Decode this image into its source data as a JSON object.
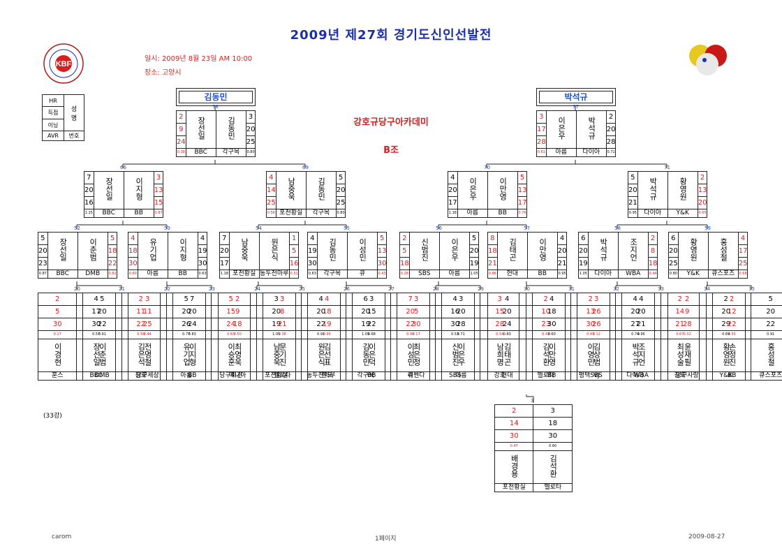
{
  "title": "2009년   제27회 경기도신인선발전",
  "info": {
    "date": "일시: 2009년 8월 23일 AM 10:00",
    "place": "장소: 고양시"
  },
  "logo": {
    "letters": "KBF",
    "ring": "KOREA BILLIARDS FEDERATION"
  },
  "subtitle": {
    "academy": "강호규당구아카데미",
    "group": "B조"
  },
  "legend": {
    "hr": "HR",
    "score": "득점",
    "inning": "이닝",
    "avr": "AVR",
    "name": "성\n명",
    "number": "번호"
  },
  "winners": {
    "left": "김동민",
    "right": "박석규"
  },
  "round_note": "(33강)",
  "footer": {
    "left": "carom",
    "center": "1페이지",
    "right": "2009-08-27"
  },
  "colors": {
    "title": "#1a2fa8",
    "red": "#d42020",
    "blue": "#2050c8"
  },
  "matches": [
    {
      "id": "r5a",
      "num": "78",
      "top": false,
      "a": {
        "name": "장선일",
        "club": "BBC",
        "hr": "2",
        "score": "9",
        "inn": "24",
        "avr": "0.38",
        "red": true
      },
      "b": {
        "name": "김동민",
        "club": "각구목",
        "hr": "3",
        "score": "20",
        "inn": "25",
        "avr": "0.80",
        "red": false
      }
    },
    {
      "id": "r5b",
      "num": "77",
      "top": false,
      "a": {
        "name": "이은우",
        "club": "아름",
        "hr": "3",
        "score": "17",
        "inn": "28",
        "avr": "0.61",
        "red": true
      },
      "b": {
        "name": "박석규",
        "club": "다이아",
        "hr": "2",
        "score": "20",
        "inn": "28",
        "avr": "0.71",
        "red": false
      }
    },
    {
      "id": "r4a",
      "num": "66",
      "top": false,
      "a": {
        "name": "장선일",
        "club": "BBC",
        "hr": "7",
        "score": "20",
        "inn": "16",
        "avr": "1.25",
        "red": false
      },
      "b": {
        "name": "이지형",
        "club": "BB",
        "hr": "3",
        "score": "13",
        "inn": "15",
        "avr": "0.87",
        "red": true
      }
    },
    {
      "id": "r4b",
      "num": "69",
      "top": false,
      "a": {
        "name": "남중욱",
        "club": "포천황실",
        "hr": "4",
        "score": "14",
        "inn": "25",
        "avr": "0.56",
        "red": true
      },
      "b": {
        "name": "김동민",
        "club": "각구목",
        "hr": "5",
        "score": "20",
        "inn": "25",
        "avr": "0.80",
        "red": false
      }
    },
    {
      "id": "r4c",
      "num": "70",
      "top": false,
      "a": {
        "name": "이은우",
        "club": "아름",
        "hr": "4",
        "score": "20",
        "inn": "17",
        "avr": "1.18",
        "red": false
      },
      "b": {
        "name": "이만영",
        "club": "BB",
        "hr": "5",
        "score": "13",
        "inn": "17",
        "avr": "0.76",
        "red": true
      }
    },
    {
      "id": "r4d",
      "num": "71",
      "top": false,
      "a": {
        "name": "박석규",
        "club": "다이아",
        "hr": "5",
        "score": "20",
        "inn": "21",
        "avr": "0.95",
        "red": false
      },
      "b": {
        "name": "황영원",
        "club": "Y&K",
        "hr": "2",
        "score": "13",
        "inn": "20",
        "avr": "0.65",
        "red": true
      }
    },
    {
      "id": "r3a",
      "num": "52",
      "top": false,
      "a": {
        "name": "장선일",
        "club": "BBC",
        "hr": "5",
        "score": "20",
        "inn": "23",
        "avr": "0.87",
        "red": false
      },
      "b": {
        "name": "이춘범",
        "club": "DMB",
        "hr": "5",
        "score": "18",
        "inn": "22",
        "avr": "0.82",
        "red": true
      }
    },
    {
      "id": "r3b",
      "num": "53",
      "top": false,
      "a": {
        "name": "유기업",
        "club": "아름",
        "hr": "4",
        "score": "18",
        "inn": "30",
        "avr": "0.60",
        "red": true
      },
      "b": {
        "name": "이지형",
        "club": "BB",
        "hr": "4",
        "score": "19",
        "inn": "30",
        "avr": "0.63",
        "red": false
      }
    },
    {
      "id": "r3c",
      "num": "54",
      "top": false,
      "a": {
        "name": "남중욱",
        "club": "포천황실",
        "hr": "7",
        "score": "20",
        "inn": "17",
        "avr": "1.18",
        "red": false
      },
      "b": {
        "name": "원은식",
        "club": "동두천마루",
        "hr": "1",
        "score": "5",
        "inn": "16",
        "avr": "0.31",
        "red": true
      }
    },
    {
      "id": "r3d",
      "num": "55",
      "top": false,
      "a": {
        "name": "김동민",
        "club": "각구목",
        "hr": "4",
        "score": "19",
        "inn": "30",
        "avr": "0.63",
        "red": false
      },
      "b": {
        "name": "이성민",
        "club": "큐",
        "hr": "5",
        "score": "13",
        "inn": "30",
        "avr": "0.43",
        "red": true
      }
    },
    {
      "id": "r3e",
      "num": "56",
      "top": false,
      "a": {
        "name": "신범진",
        "club": "SBS",
        "hr": "2",
        "score": "5",
        "inn": "18",
        "avr": "0.28",
        "red": true
      },
      "b": {
        "name": "이은우",
        "club": "아름",
        "hr": "5",
        "score": "20",
        "inn": "19",
        "avr": "1.05",
        "red": false
      }
    },
    {
      "id": "r3f",
      "num": "57",
      "top": false,
      "a": {
        "name": "김태곤",
        "club": "현대",
        "hr": "8",
        "score": "18",
        "inn": "21",
        "avr": "0.86",
        "red": true
      },
      "b": {
        "name": "이만영",
        "club": "BB",
        "hr": "4",
        "score": "20",
        "inn": "21",
        "avr": "0.95",
        "red": false
      }
    },
    {
      "id": "r3g",
      "num": "58",
      "top": false,
      "a": {
        "name": "박석규",
        "club": "다이아",
        "hr": "6",
        "score": "20",
        "inn": "19",
        "avr": "1.05",
        "red": false
      },
      "b": {
        "name": "조지언",
        "club": "WBA",
        "hr": "2",
        "score": "8",
        "inn": "18",
        "avr": "0.44",
        "red": true
      }
    },
    {
      "id": "r3h",
      "num": "59",
      "top": false,
      "a": {
        "name": "황영원",
        "club": "Y&K",
        "hr": "6",
        "score": "20",
        "inn": "25",
        "avr": "0.80",
        "red": false
      },
      "b": {
        "name": "홍성철",
        "club": "큐스포츠",
        "hr": "4",
        "score": "17",
        "inn": "25",
        "avr": "0.68",
        "red": true
      }
    },
    {
      "id": "r2a",
      "num": "20",
      "top": true,
      "a": {
        "name": "이경현",
        "club": "훈스",
        "hr": "2",
        "score": "5",
        "inn": "30",
        "avr": "0.17",
        "red": true
      },
      "b": {
        "name": "장선일",
        "club": "BBC",
        "hr": "4",
        "score": "17",
        "inn": "30",
        "avr": "0.57",
        "red": false
      }
    },
    {
      "id": "r2b",
      "num": "21",
      "top": true,
      "a": {
        "name": "이춘범",
        "club": "DMB",
        "hr": "5",
        "score": "20",
        "inn": "22",
        "avr": "0.91",
        "red": false
      },
      "b": {
        "name": "김은석",
        "club": "강호",
        "hr": "2",
        "score": "11",
        "inn": "22",
        "avr": "0.50",
        "red": true
      }
    },
    {
      "id": "r2c",
      "num": "22",
      "top": true,
      "a": {
        "name": "전명철",
        "club": "당구세상",
        "hr": "3",
        "score": "11",
        "inn": "25",
        "avr": "0.44",
        "red": true
      },
      "b": {
        "name": "유기업",
        "club": "아름",
        "hr": "5",
        "score": "20",
        "inn": "26",
        "avr": "0.77",
        "red": false
      }
    },
    {
      "id": "r2d",
      "num": "23",
      "top": true,
      "a": {
        "name": "이지형",
        "club": "BB",
        "hr": "7",
        "score": "20",
        "inn": "24",
        "avr": "0.83",
        "red": false
      },
      "b": {
        "name": "이승훈",
        "club": "당구회관",
        "hr": "5",
        "score": "15",
        "inn": "24",
        "avr": "0.63",
        "red": true
      }
    },
    {
      "id": "r2e",
      "num": "24",
      "top": true,
      "a": {
        "name": "최영욱",
        "club": "매니아",
        "hr": "2",
        "score": "9",
        "inn": "18",
        "avr": "0.50",
        "red": true
      },
      "b": {
        "name": "남중욱",
        "club": "포천황실",
        "hr": "3",
        "score": "20",
        "inn": "19",
        "avr": "1.05",
        "red": false
      }
    },
    {
      "id": "r2f",
      "num": "25",
      "top": true,
      "a": {
        "name": "문기진",
        "club": "헬로타",
        "hr": "3",
        "score": "8",
        "inn": "21",
        "avr": "0.38",
        "red": true
      },
      "b": {
        "name": "원은식",
        "club": "동두천마루",
        "hr": "4",
        "score": "20",
        "inn": "22",
        "avr": "0.91",
        "red": false
      }
    },
    {
      "id": "r2g",
      "num": "26",
      "top": true,
      "a": {
        "name": "김선표",
        "club": "한도",
        "hr": "4",
        "score": "18",
        "inn": "19",
        "avr": "0.95",
        "red": true
      },
      "b": {
        "name": "김동민",
        "club": "각구목",
        "hr": "6",
        "score": "20",
        "inn": "19",
        "avr": "1.05",
        "red": false
      }
    },
    {
      "id": "r2h",
      "num": "27",
      "top": true,
      "a": {
        "name": "이은덕",
        "club": "BB",
        "hr": "3",
        "score": "15",
        "inn": "22",
        "avr": "0.68",
        "red": false
      },
      "b": {
        "name": "이성민",
        "club": "큐",
        "hr": "7",
        "score": "20",
        "inn": "22",
        "avr": "0.91",
        "red": true
      }
    },
    {
      "id": "r2i",
      "num": "28",
      "top": true,
      "a": {
        "name": "최은정",
        "club": "리벤다",
        "hr": "3",
        "score": "5",
        "inn": "30",
        "avr": "0.17",
        "red": true
      },
      "b": {
        "name": "신범진",
        "club": "SBS",
        "hr": "4",
        "score": "16",
        "inn": "30",
        "avr": "0.53",
        "red": false
      }
    },
    {
      "id": "r2j",
      "num": "29",
      "top": true,
      "a": {
        "name": "이은우",
        "club": "아름",
        "hr": "3",
        "score": "20",
        "inn": "28",
        "avr": "0.71",
        "red": false
      },
      "b": {
        "name": "남희명",
        "club": "강호",
        "hr": "3",
        "score": "15",
        "inn": "28",
        "avr": "0.54",
        "red": true
      }
    },
    {
      "id": "r2k",
      "num": "30",
      "top": true,
      "a": {
        "name": "김태곤",
        "club": "현대",
        "hr": "4",
        "score": "20",
        "inn": "24",
        "avr": "0.83",
        "red": false
      },
      "b": {
        "name": "김석환",
        "club": "헬로타",
        "hr": "2",
        "score": "10",
        "inn": "23",
        "avr": "0.43",
        "red": true
      }
    },
    {
      "id": "r2l",
      "num": "31",
      "top": true,
      "a": {
        "name": "이만영",
        "club": "BB",
        "hr": "4",
        "score": "18",
        "inn": "30",
        "avr": "0.60",
        "red": false
      },
      "b": {
        "name": "이영민",
        "club": "평택SBS",
        "hr": "2",
        "score": "13",
        "inn": "30",
        "avr": "0.43",
        "red": true
      }
    },
    {
      "id": "r2m",
      "num": "32",
      "top": true,
      "a": {
        "name": "김상범",
        "club": "VJ",
        "hr": "3",
        "score": "26",
        "inn": "26",
        "avr": "0.12",
        "red": true
      },
      "b": {
        "name": "박석규",
        "club": "다이아",
        "hr": "4",
        "score": "20",
        "inn": "27",
        "avr": "0.74",
        "red": false
      }
    },
    {
      "id": "r2n",
      "num": "33",
      "top": true,
      "a": {
        "name": "조지언",
        "club": "WBA",
        "hr": "4",
        "score": "20",
        "inn": "21",
        "avr": "0.95",
        "red": false
      },
      "b": {
        "name": "최성술",
        "club": "강호",
        "hr": "2",
        "score": "14",
        "inn": "21",
        "avr": "0.67",
        "red": true
      }
    },
    {
      "id": "r2o",
      "num": "34",
      "top": true,
      "a": {
        "name": "윤재필",
        "club": "당구사랑",
        "hr": "2",
        "score": "9",
        "inn": "28",
        "avr": "0.32",
        "red": true
      },
      "b": {
        "name": "황영원",
        "club": "Y&K",
        "hr": "2",
        "score": "20",
        "inn": "29",
        "avr": "0.69",
        "red": false
      }
    },
    {
      "id": "r2p",
      "num": "35",
      "top": true,
      "a": {
        "name": "손정진",
        "club": "BB",
        "hr": "2",
        "score": "12",
        "inn": "22",
        "avr": "0.55",
        "red": true
      },
      "b": {
        "name": "홍성철",
        "club": "큐스포츠",
        "hr": "5",
        "score": "20",
        "inn": "22",
        "avr": "0.91",
        "red": false
      }
    },
    {
      "id": "r1a",
      "num": "3",
      "top": true,
      "a": {
        "name": "배경용",
        "club": "포천황실",
        "hr": "2",
        "score": "14",
        "inn": "30",
        "avr": "0.47",
        "red": true
      },
      "b": {
        "name": "김석환",
        "club": "헬로타",
        "hr": "3",
        "score": "18",
        "inn": "30",
        "avr": "0.60",
        "red": false
      }
    }
  ]
}
